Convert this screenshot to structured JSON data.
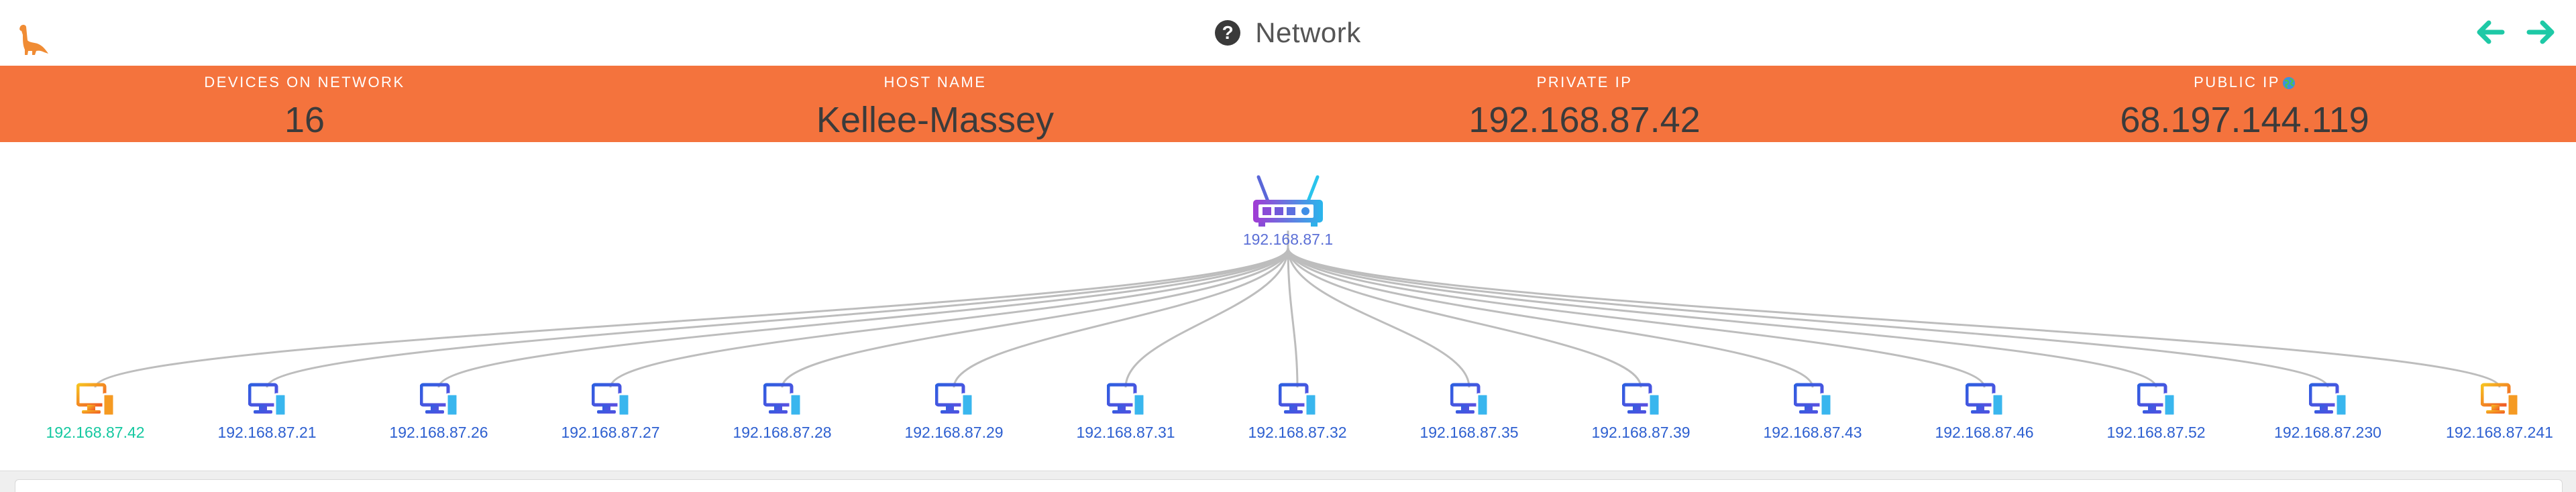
{
  "header": {
    "title": "Network",
    "icons": {
      "logo": "dinosaur-icon",
      "help": "question-circle-icon",
      "back": "arrow-left-icon",
      "forward": "arrow-right-icon"
    },
    "help_glyph": "?",
    "accent_color": "#1ec9a6"
  },
  "info": {
    "background_color": "#f4733d",
    "stats": [
      {
        "label": "DEVICES ON NETWORK",
        "value": "16"
      },
      {
        "label": "HOST NAME",
        "value": "Kellee-Massey"
      },
      {
        "label": "PRIVATE IP",
        "value": "192.168.87.42"
      },
      {
        "label": "PUBLIC IP",
        "value": "68.197.144.119",
        "icon": "globe-icon"
      }
    ]
  },
  "network": {
    "router": {
      "ip": "192.168.87.1",
      "icon": "router-icon"
    },
    "devices": [
      {
        "ip": "192.168.87.42",
        "type": "self",
        "icon": "computer-icon"
      },
      {
        "ip": "192.168.87.21",
        "type": "device",
        "icon": "computer-icon"
      },
      {
        "ip": "192.168.87.26",
        "type": "device",
        "icon": "computer-icon"
      },
      {
        "ip": "192.168.87.27",
        "type": "device",
        "icon": "computer-icon"
      },
      {
        "ip": "192.168.87.28",
        "type": "device",
        "icon": "computer-icon"
      },
      {
        "ip": "192.168.87.29",
        "type": "device",
        "icon": "computer-icon"
      },
      {
        "ip": "192.168.87.31",
        "type": "device",
        "icon": "computer-icon"
      },
      {
        "ip": "192.168.87.32",
        "type": "device",
        "icon": "computer-icon"
      },
      {
        "ip": "192.168.87.35",
        "type": "device",
        "icon": "computer-icon"
      },
      {
        "ip": "192.168.87.39",
        "type": "device",
        "icon": "computer-icon"
      },
      {
        "ip": "192.168.87.43",
        "type": "device",
        "icon": "computer-icon"
      },
      {
        "ip": "192.168.87.46",
        "type": "device",
        "icon": "computer-icon"
      },
      {
        "ip": "192.168.87.52",
        "type": "device",
        "icon": "computer-icon"
      },
      {
        "ip": "192.168.87.230",
        "type": "device",
        "icon": "computer-icon"
      },
      {
        "ip": "192.168.87.241",
        "type": "gateway",
        "icon": "computer-icon"
      }
    ]
  }
}
